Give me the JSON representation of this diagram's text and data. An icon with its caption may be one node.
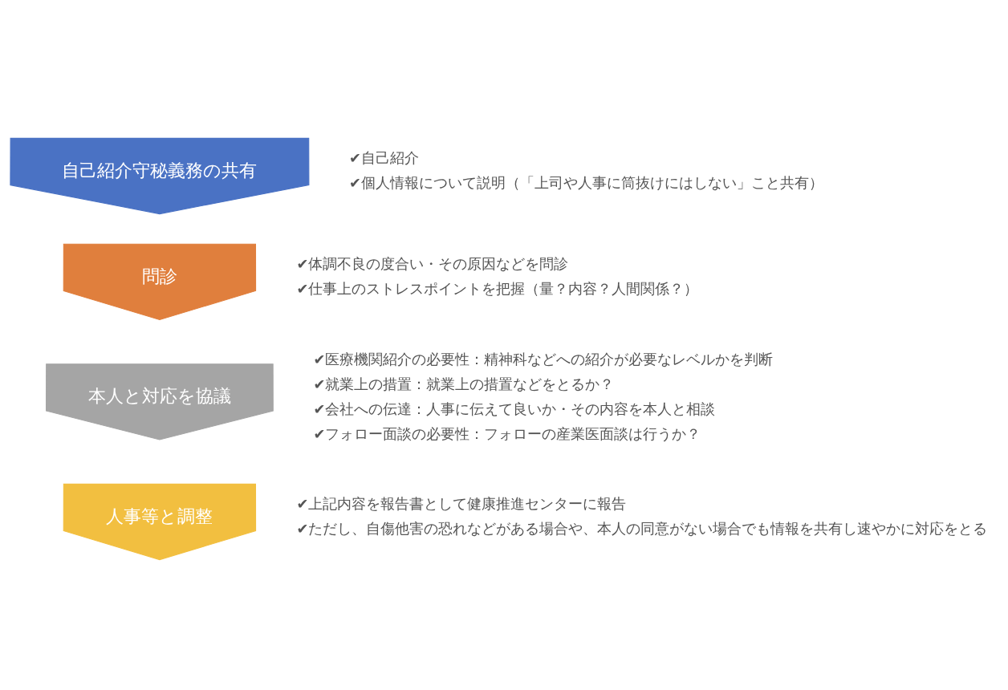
{
  "diagram": {
    "nodes": [
      {
        "text": [
          "自己紹介守秘義務の共有"
        ],
        "beside": [
          "✔自己紹介",
          "✔個人情報について説明（「上司や人事に筒抜けにはしない」こと共有）"
        ]
      },
      {
        "text": [
          "問診"
        ],
        "beside": [
          "✔体調不良の度合い・その原因などを問診",
          "✔仕事上のストレスポイントを把握（量？内容？人間関係？）"
        ]
      },
      {
        "text": [
          "本人と対応を協議"
        ],
        "beside": [
          "✔医療機関紹介の必要性：精神科などへの紹介が必要なレベルかを判断",
          "✔就業上の措置：就業上の措置などをとるか？",
          "✔会社への伝達：人事に伝えて良いか・その内容を本人と相談",
          "✔フォロー面談の必要性：フォローの産業医面談は行うか？"
        ]
      },
      {
        "text": [
          "人事等と調整"
        ],
        "beside": [
          "✔上記内容を報告書として健康推進センターに報告",
          "✔ただし、自傷他害の恐れなどがある場合や、本人の同意がない場合でも情報を共有し速やかに対応をとる"
        ]
      }
    ]
  }
}
